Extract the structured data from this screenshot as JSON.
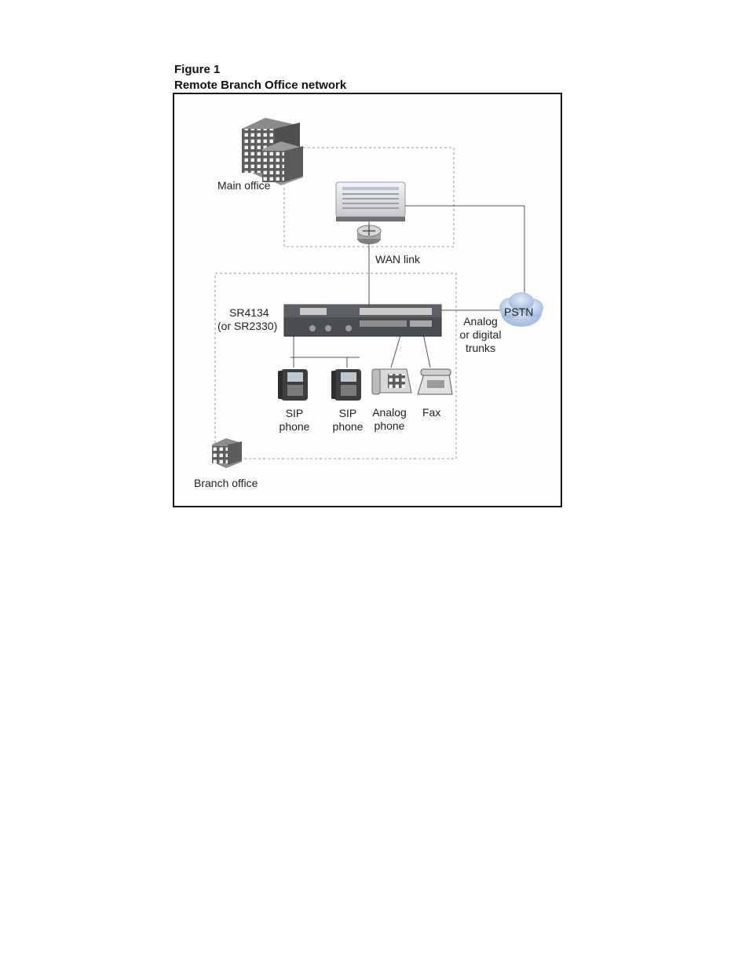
{
  "figure": {
    "number": "Figure 1",
    "title": "Remote Branch Office network"
  },
  "nodes": {
    "main_office": "Main office",
    "wan_link": "WAN link",
    "router_model": "SR4134",
    "router_alt": "(or SR2330)",
    "pstn": "PSTN",
    "trunks_line1": "Analog",
    "trunks_line2": "or digital",
    "trunks_line3": "trunks",
    "sip_phone_1_line1": "SIP",
    "sip_phone_1_line2": "phone",
    "sip_phone_2_line1": "SIP",
    "sip_phone_2_line2": "phone",
    "analog_phone_line1": "Analog",
    "analog_phone_line2": "phone",
    "fax": "Fax",
    "branch_office": "Branch office"
  },
  "colors": {
    "cloud": "#b9cde8",
    "building": "#6d6d6d",
    "line": "#555555",
    "dash": "#9a9a9a"
  }
}
